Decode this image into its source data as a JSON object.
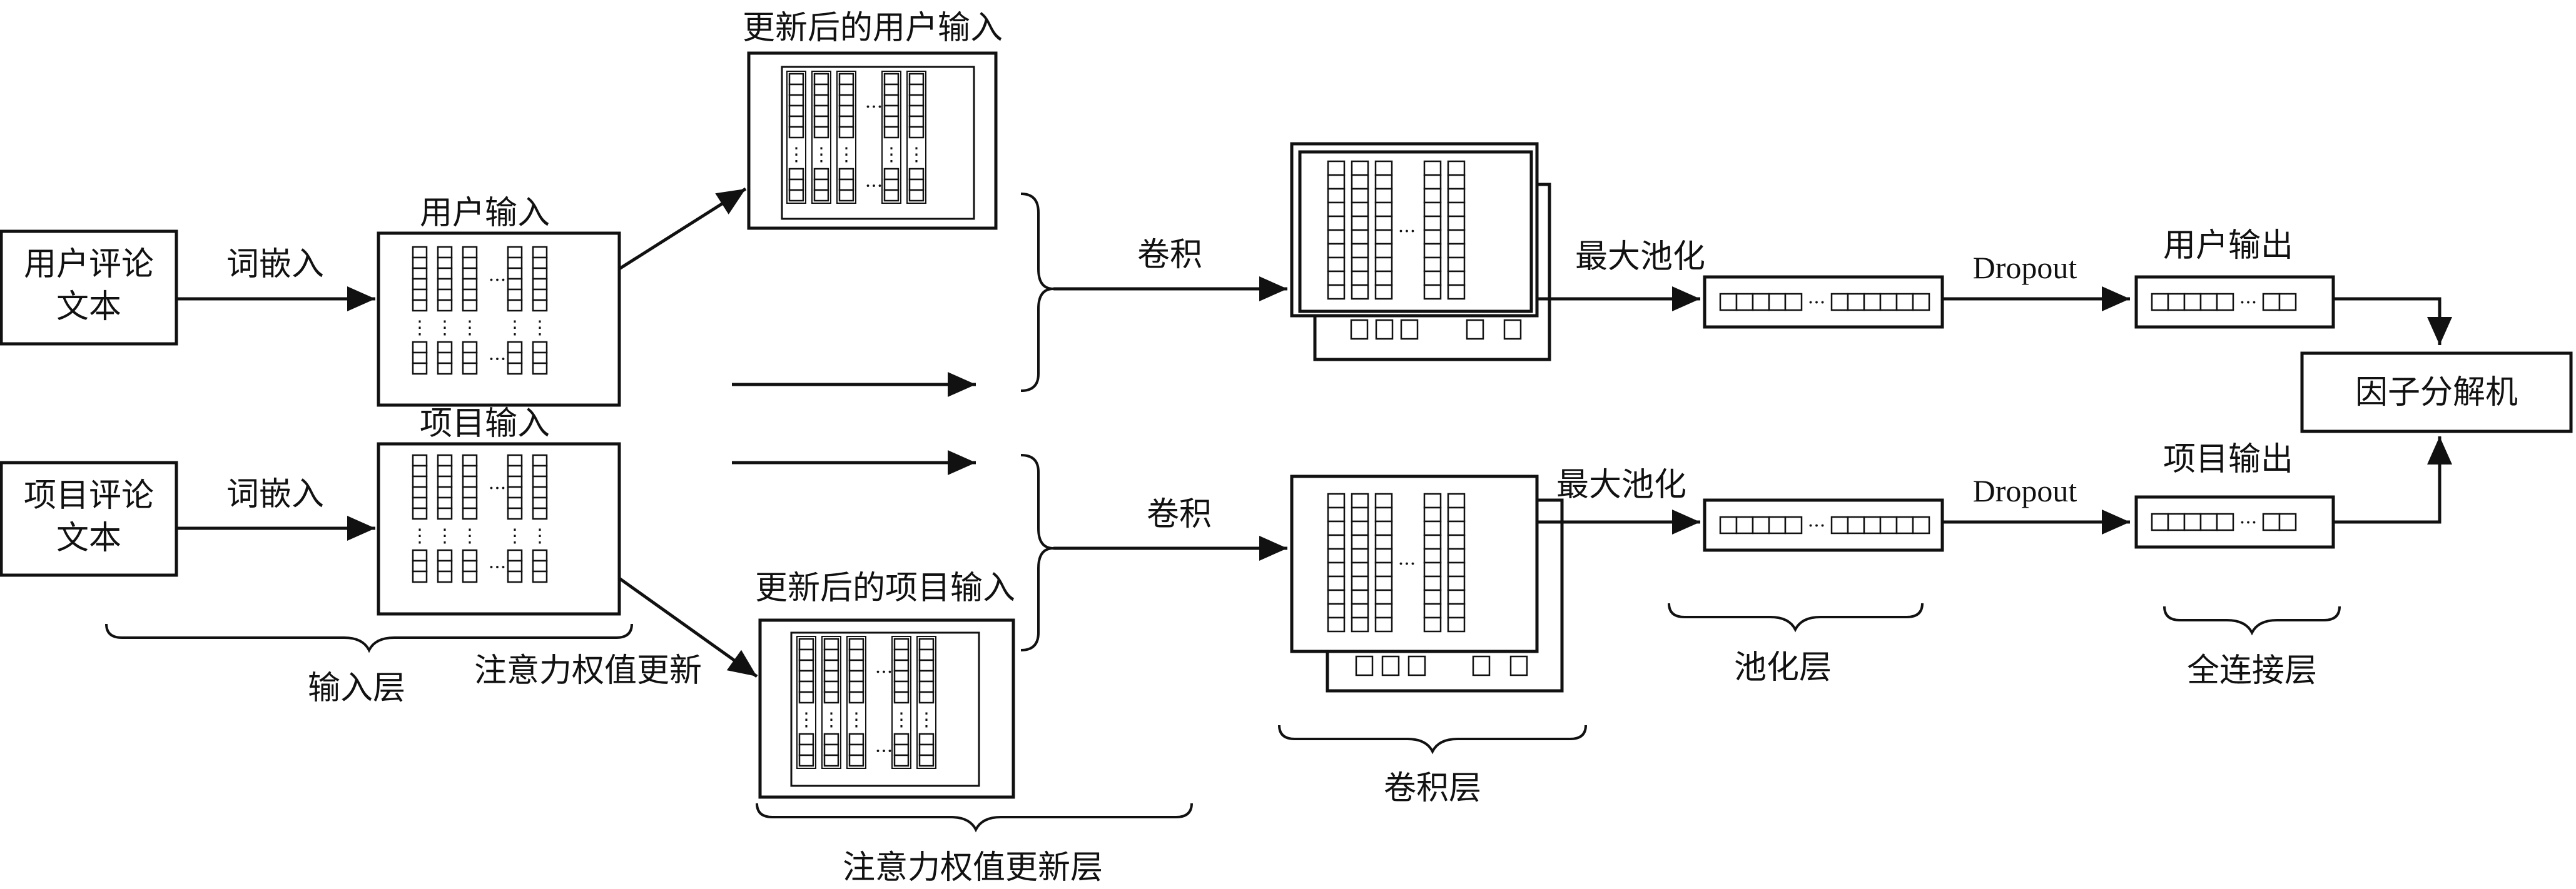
{
  "nodes": {
    "user_review_text": [
      "用户评论",
      "文本"
    ],
    "item_review_text": [
      "项目评论",
      "文本"
    ],
    "user_input": "用户输入",
    "item_input": "项目输入",
    "updated_user_input": "更新后的用户输入",
    "updated_item_input": "更新后的项目输入",
    "user_output": "用户输出",
    "item_output": "项目输出",
    "factorization_machine": "因子分解机"
  },
  "edges": {
    "word_embedding_user": "词嵌入",
    "word_embedding_item": "词嵌入",
    "attention_update": "注意力权值更新",
    "convolution_user": "卷积",
    "convolution_item": "卷积",
    "max_pool_user": "最大池化",
    "max_pool_item": "最大池化",
    "dropout_user": "Dropout",
    "dropout_item": "Dropout"
  },
  "layers": {
    "input_layer": "输入层",
    "attention_layer": "注意力权值更新层",
    "conv_layer": "卷积层",
    "pool_layer": "池化层",
    "fc_layer": "全连接层"
  },
  "symbols": {
    "ellipsis": "···",
    "vdots": "⋮"
  }
}
